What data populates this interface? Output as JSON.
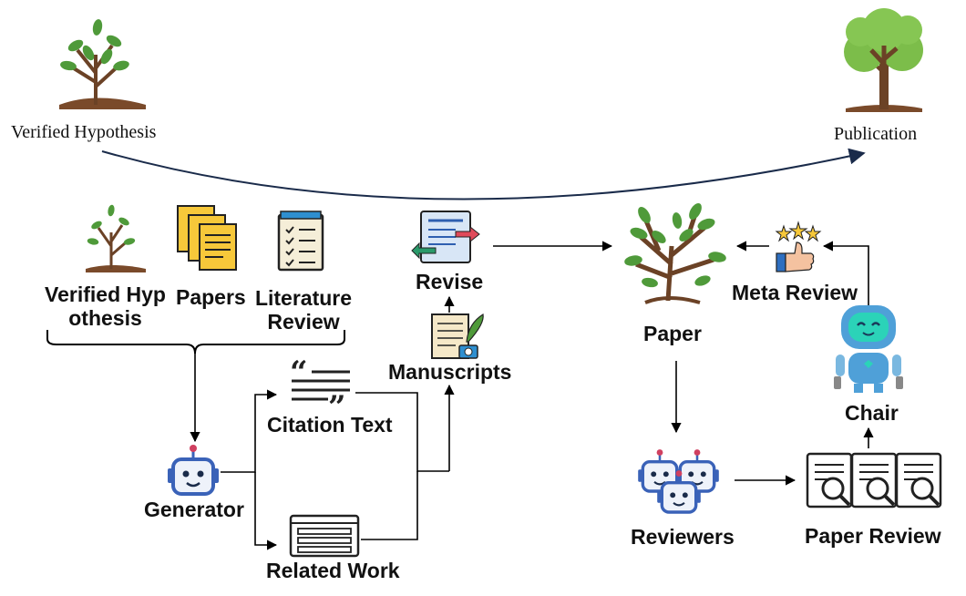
{
  "top": {
    "left_label": "Verified Hypothesis",
    "right_label": "Publication"
  },
  "inputs": {
    "hypothesis": "Verified Hypothesis",
    "papers": "Papers",
    "literature": "Literature Review"
  },
  "nodes": {
    "generator": "Generator",
    "citation_text": "Citation Text",
    "related_work": "Related Work",
    "manuscripts": "Manuscripts",
    "revise": "Revise",
    "paper": "Paper",
    "meta_review": "Meta Review",
    "chair": "Chair",
    "reviewers": "Reviewers",
    "paper_review": "Paper Review"
  },
  "colors": {
    "arrow": "#000000",
    "top_arc": "#1a2b4a",
    "robot_blue": "#3a62b8",
    "robot_light": "#eef2fa",
    "leaf": "#4f9a3a",
    "trunk": "#6b4226",
    "soil": "#7a4a2a",
    "paper_yellow": "#f7c83a",
    "chair_blue": "#4fa0d8",
    "chair_face": "#2bd3b8"
  }
}
